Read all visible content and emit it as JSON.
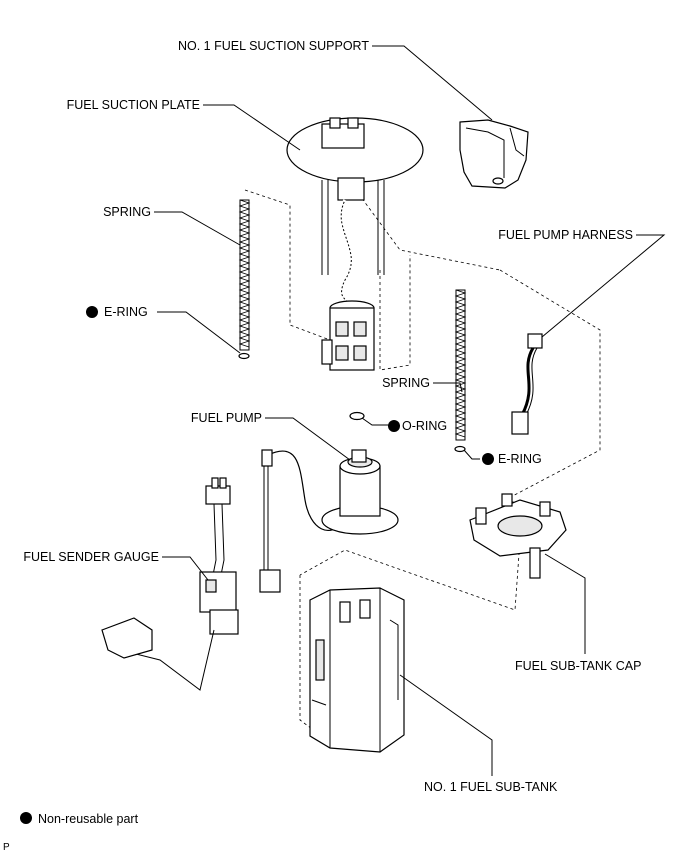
{
  "labels": {
    "suction_support": "NO. 1 FUEL SUCTION SUPPORT",
    "suction_plate": "FUEL SUCTION PLATE",
    "spring_left": "SPRING",
    "e_ring_left": "E-RING",
    "pump_harness": "FUEL PUMP HARNESS",
    "spring_right": "SPRING",
    "fuel_pump": "FUEL PUMP",
    "o_ring": "O-RING",
    "e_ring_right": "E-RING",
    "sender_gauge": "FUEL SENDER GAUGE",
    "sub_tank_cap": "FUEL SUB-TANK CAP",
    "sub_tank": "NO. 1 FUEL SUB-TANK"
  },
  "legend": {
    "text": "Non-reusable part",
    "marker_color": "#000000"
  },
  "corner_mark": "P"
}
